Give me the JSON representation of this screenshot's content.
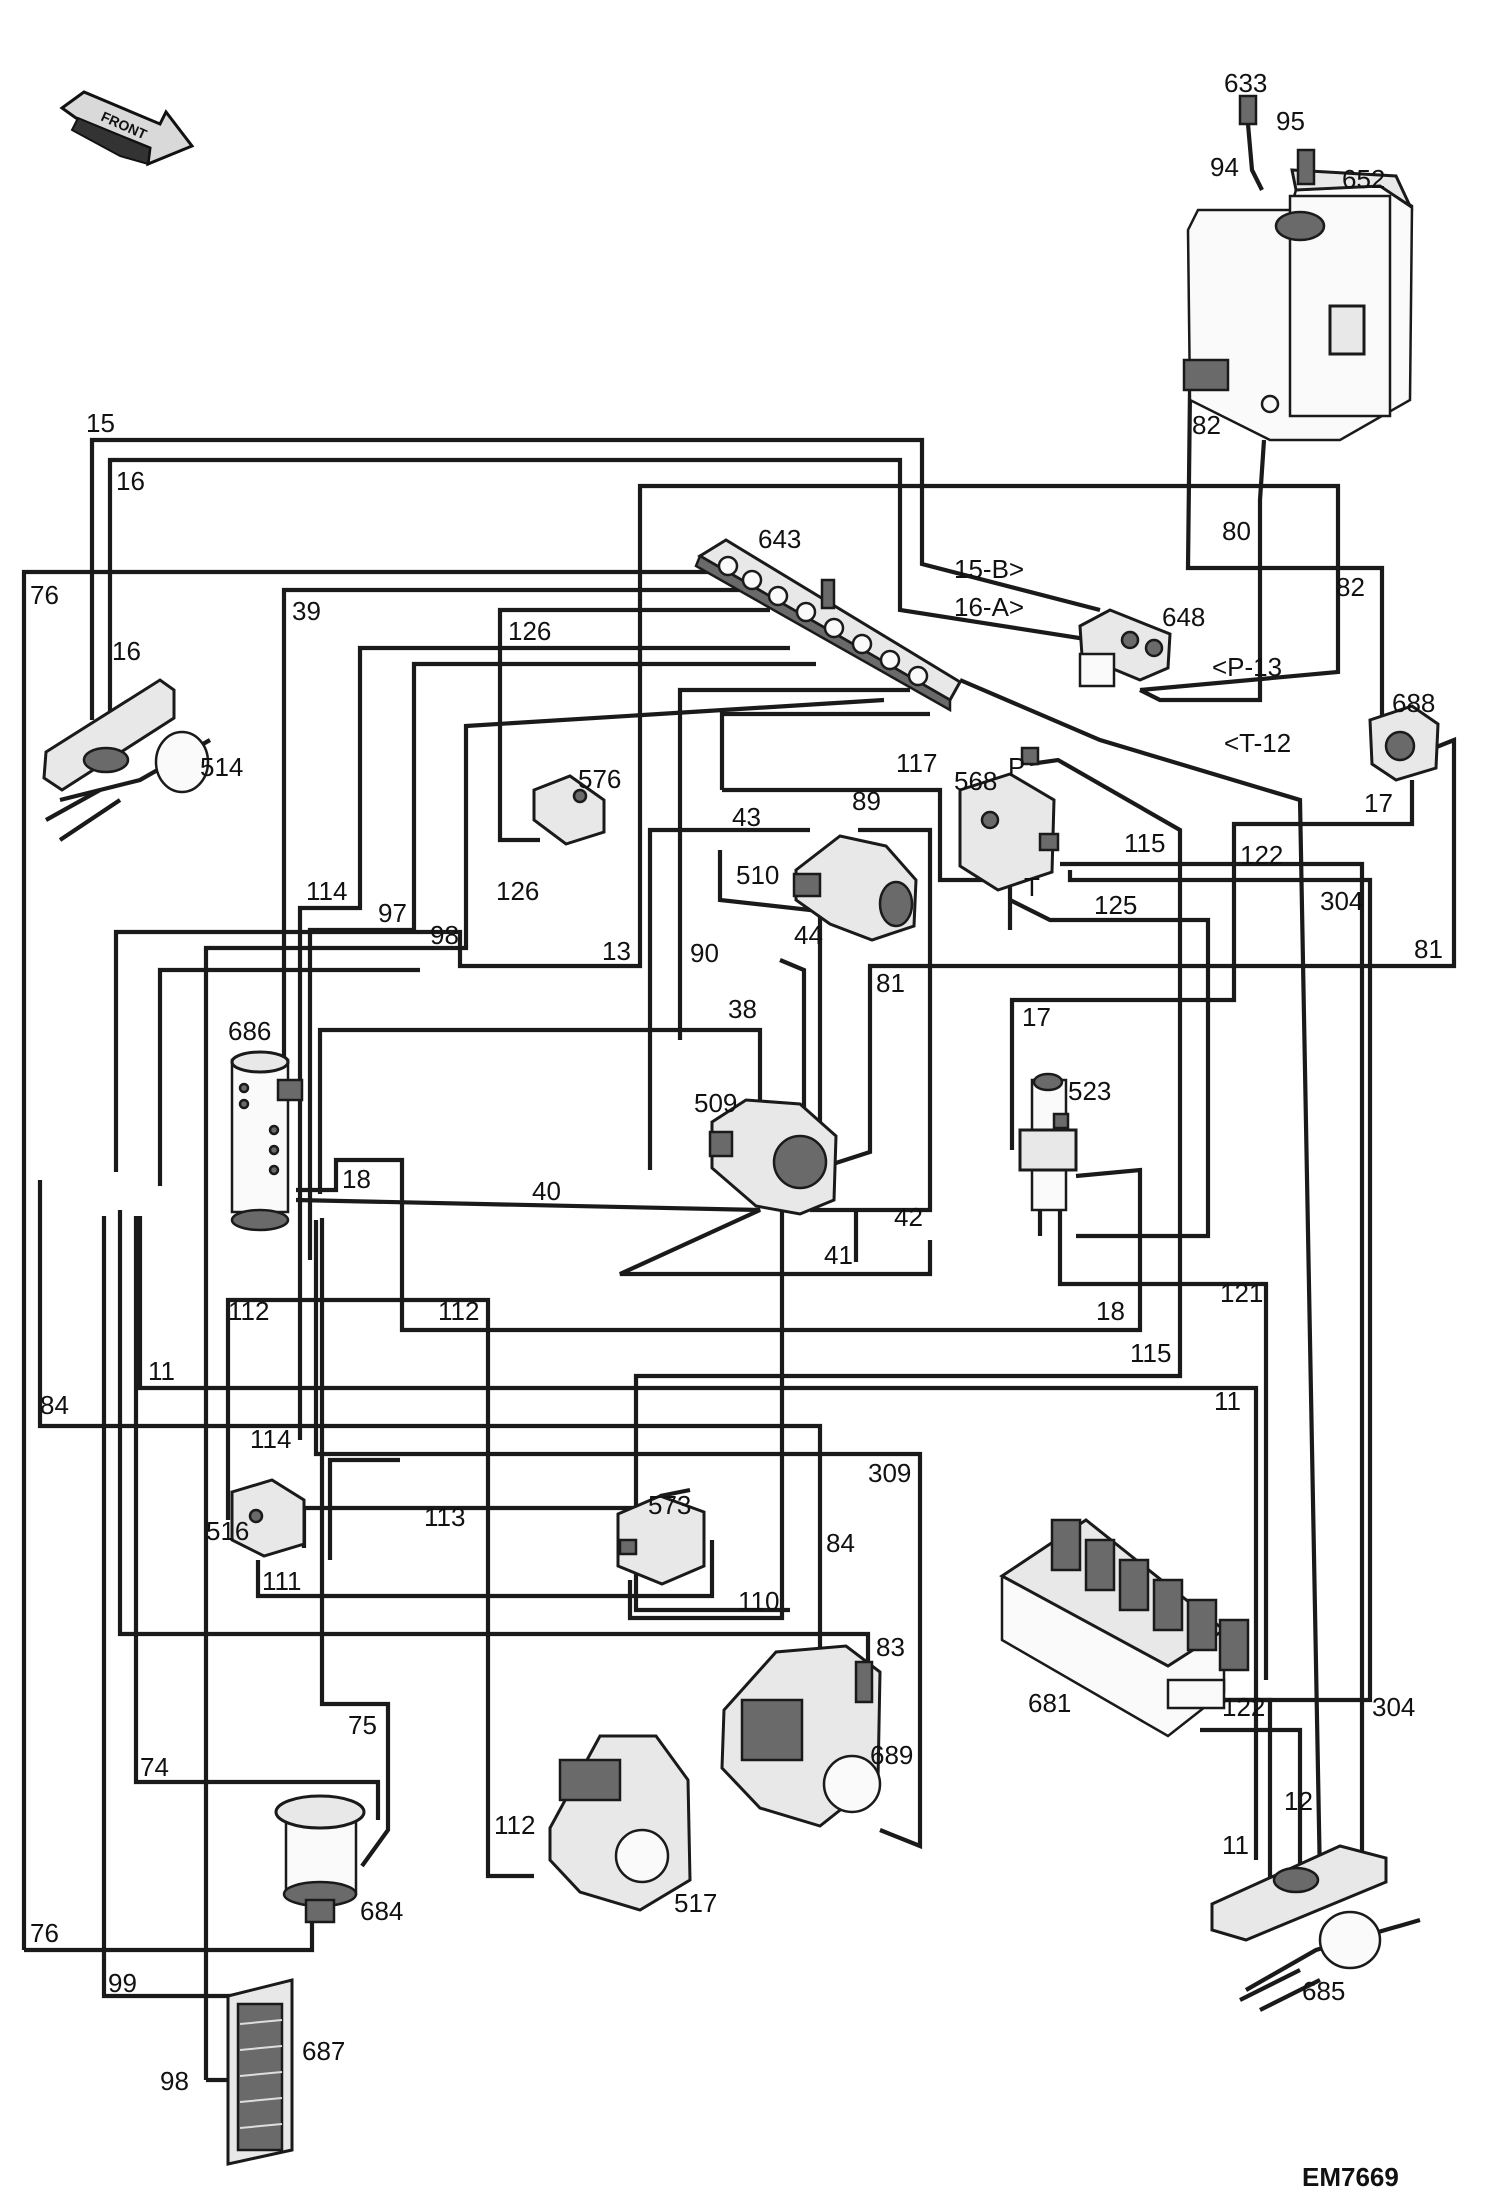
{
  "drawing_id": "EM7669",
  "front_arrow_label": "FRONT",
  "components": {
    "c633": "633",
    "c95": "95",
    "c94": "94",
    "c652": "652",
    "c82": "82",
    "c643": "643",
    "c648": "648",
    "c688": "688",
    "c514": "514",
    "c576": "576",
    "c568": "568",
    "c510": "510",
    "c686": "686",
    "c509": "509",
    "c523": "523",
    "c573": "573",
    "c516": "516",
    "c681": "681",
    "c689": "689",
    "c517": "517",
    "c684": "684",
    "c687": "687",
    "c685": "685"
  },
  "valve_ports": {
    "p": "P",
    "t": "T"
  },
  "lines": {
    "l15": "15",
    "l16": "16",
    "l76": "76",
    "l16b": "16",
    "l39": "39",
    "l126": "126",
    "l126b": "126",
    "l80": "80",
    "l82": "82",
    "l15b": "15-B>",
    "l16a": "16-A>",
    "l13p": "<P-13",
    "l12t": "<T-12",
    "l117": "117",
    "l89": "89",
    "l43": "43",
    "l115": "115",
    "l122": "122",
    "l304": "304",
    "l17": "17",
    "l114": "114",
    "l97": "97",
    "l98": "98",
    "l13": "13",
    "l90": "90",
    "l44": "44",
    "l125": "125",
    "l81": "81",
    "l81b": "81",
    "l38": "38",
    "l17b": "17",
    "l18": "18",
    "l40": "40",
    "l42": "42",
    "l41": "41",
    "l112": "112",
    "l112b": "112",
    "l18b": "18",
    "l121": "121",
    "l115b": "115",
    "l11": "11",
    "l11b": "11",
    "l84": "84",
    "l114b": "114",
    "l309": "309",
    "l113": "113",
    "l84b": "84",
    "l111": "111",
    "l110": "110",
    "l83": "83",
    "l75": "75",
    "l122b": "122",
    "l304b": "304",
    "l74": "74",
    "l12": "12",
    "l112c": "112",
    "l11c": "11",
    "l76b": "76",
    "l99": "99",
    "l98b": "98"
  }
}
